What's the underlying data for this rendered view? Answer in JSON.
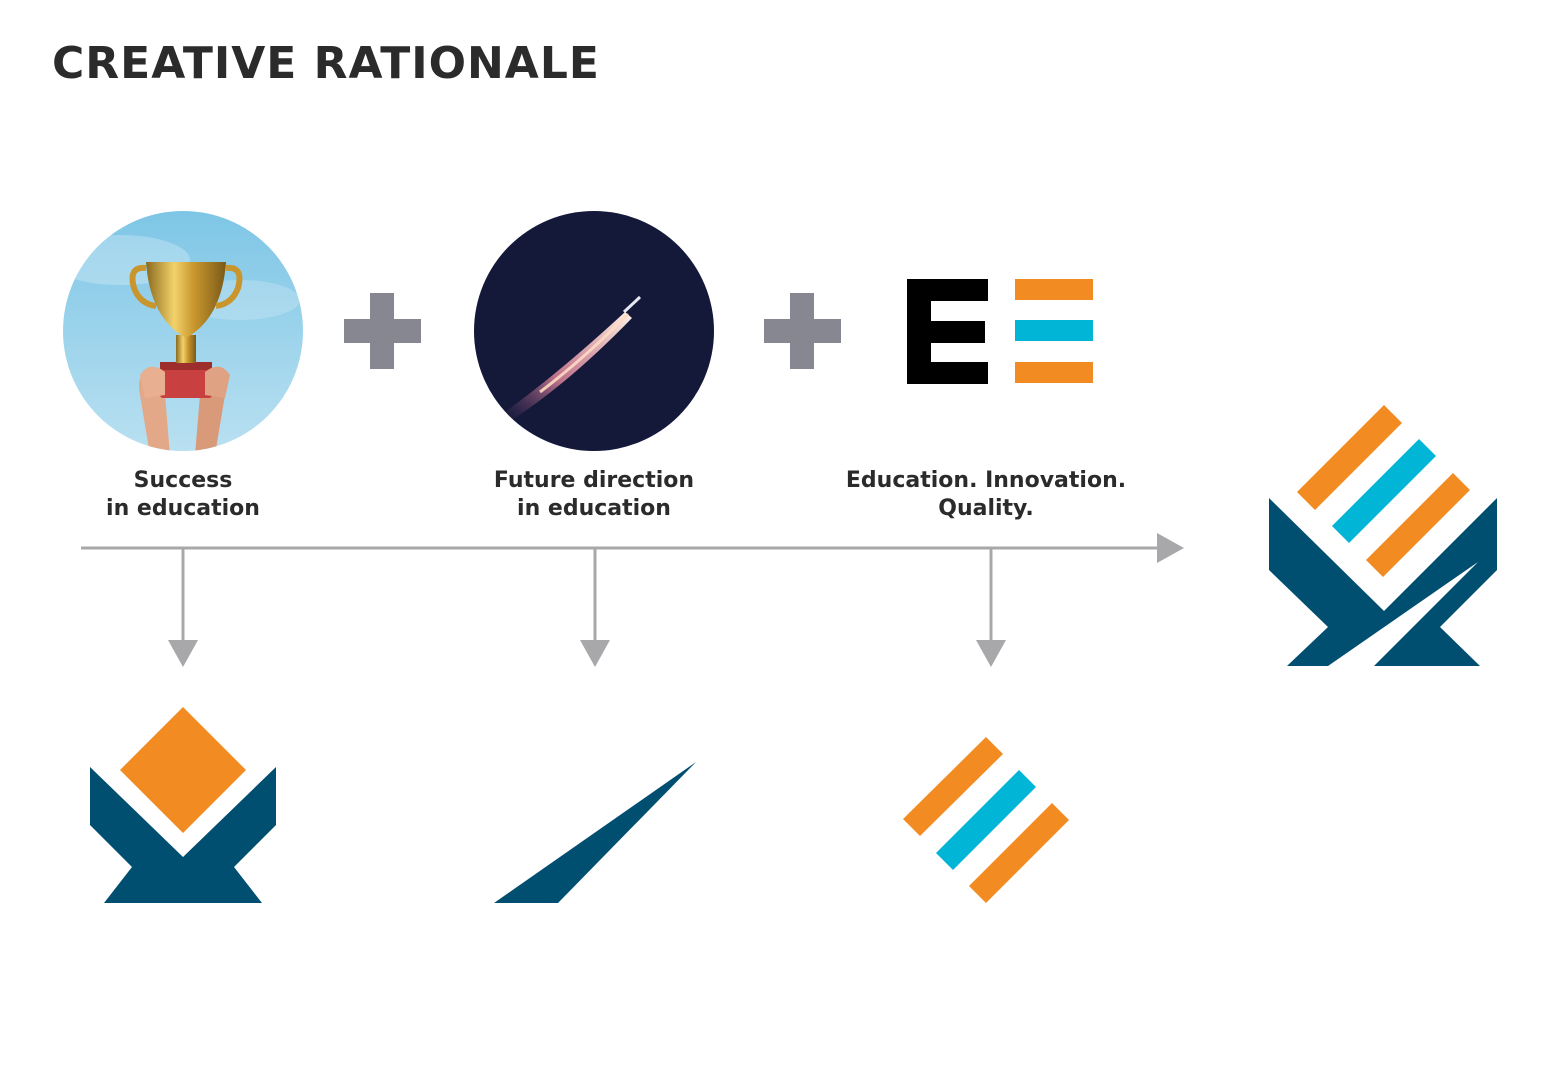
{
  "title": "CREATIVE RATIONALE",
  "concepts": [
    {
      "line1": "Success",
      "line2": "in education"
    },
    {
      "line1": "Future direction",
      "line2": "in education"
    },
    {
      "line1": "Education. Innovation.",
      "line2": "Quality."
    }
  ],
  "ee_mark": {
    "letter": "E"
  },
  "colors": {
    "orange": "#f28c22",
    "cyan": "#00b5d6",
    "navy": "#004e70",
    "gray": "#a8a8ab",
    "plus": "#868790"
  }
}
